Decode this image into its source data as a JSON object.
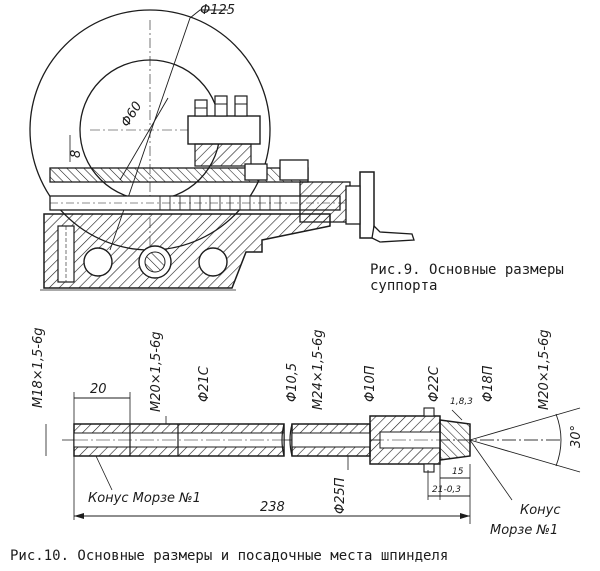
{
  "figure9": {
    "caption_line1": "Рис.9. Основные размеры",
    "caption_line2": "суппорта",
    "dims": {
      "outer_diameter": "Φ125",
      "inner_diameter": "Φ60",
      "offset": "8"
    }
  },
  "figure10": {
    "caption": "Рис.10. Основные размеры и посадочные места шпинделя",
    "dims": {
      "thread_left": "М18×1,5-6g",
      "length_20": "20",
      "thread_mid": "М20×1,5-6g",
      "diam_21": "Φ21С",
      "diam_10": "Φ10,5",
      "thread_m24": "М24×1,5-6g",
      "diam_10p": "Φ10П",
      "diam_22": "Φ22С",
      "diam_18": "Φ18П",
      "thread_right": "М20×1,5-6g",
      "chamfer": "1,8,3",
      "angle": "30°",
      "diam_25": "Φ25П",
      "length_15": "15",
      "length_21": "21-0,3",
      "total_length": "238",
      "cone_left": "Конус Морзе №1",
      "cone_right_1": "Конус",
      "cone_right_2": "Морзе №1"
    }
  },
  "colors": {
    "ink": "#1c1c1c",
    "paper": "#ffffff"
  }
}
